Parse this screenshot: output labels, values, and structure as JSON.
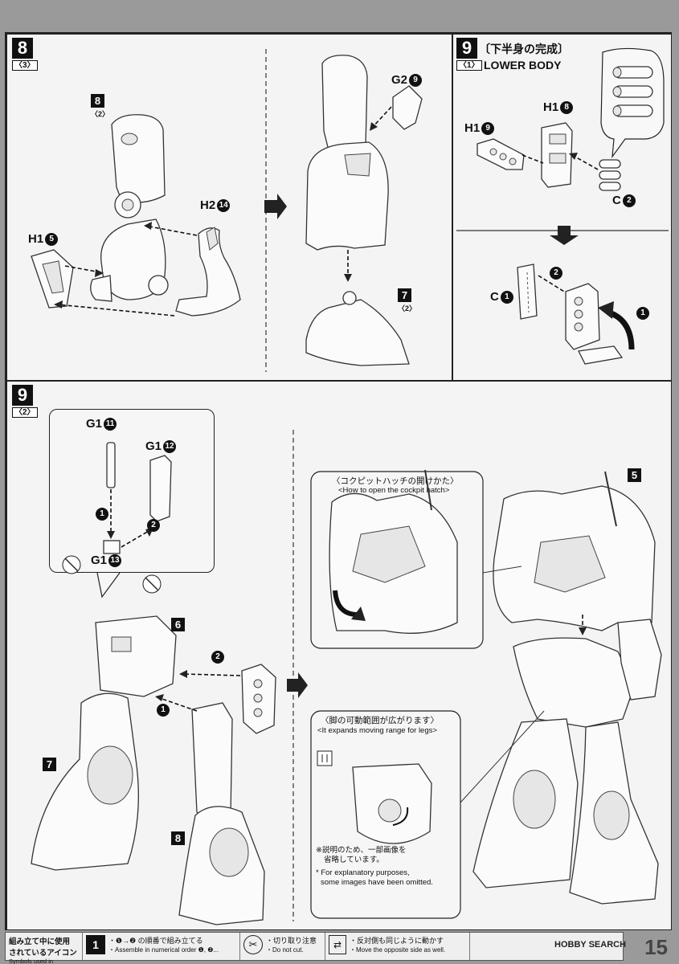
{
  "step8": {
    "number": "8",
    "sub": "〈3〉",
    "ref_part": "8",
    "ref_sub": "〈2〉",
    "parts": [
      {
        "id": "H1",
        "num": "5"
      },
      {
        "id": "H2",
        "num": "14"
      },
      {
        "id": "G2",
        "num": "9"
      }
    ],
    "next_ref": "7",
    "next_ref_sub": "〈2〉"
  },
  "step9a": {
    "number": "9",
    "sub": "〈1〉",
    "title_jp": "〔下半身の完成〕",
    "title_en": "LOWER BODY",
    "parts": [
      {
        "id": "H1",
        "num": "8"
      },
      {
        "id": "H1",
        "num": "9"
      },
      {
        "id": "C",
        "num": "2"
      },
      {
        "id": "C",
        "num": "1"
      }
    ],
    "order_1": "1",
    "order_2": "2"
  },
  "step9b": {
    "number": "9",
    "sub": "〈2〉",
    "parts": [
      {
        "id": "G1",
        "num": "11"
      },
      {
        "id": "G1",
        "num": "12"
      },
      {
        "id": "G1",
        "num": "13"
      }
    ],
    "order_1": "1",
    "order_2": "2",
    "labels": [
      "6",
      "7",
      "8",
      "5"
    ],
    "cockpit_jp": "〈コクピットハッチの開けかた〉",
    "cockpit_en": "<How to open the cockpit hatch>",
    "legs_jp": "〈脚の可動範囲が広がります〉",
    "legs_en": "<It expands moving range for legs>",
    "omit_jp_1": "※説明のため、一部画像を",
    "omit_jp_2": "省略しています。",
    "omit_en_1": "* For explanatory purposes,",
    "omit_en_2": "some images have been omitted."
  },
  "legend": {
    "title_jp_1": "組み立て中に使用",
    "title_jp_2": "されているアイコン",
    "title_en": "Symbols used in instructions",
    "items": [
      {
        "jp": "・❶→❷ の順番で組み立てる",
        "en": "・Assemble in numerical order ❶, ❷..."
      },
      {
        "jp": "・切り取り注意",
        "en": "・Do not cut."
      },
      {
        "jp": "・反対側も同じように動かす",
        "en": "・Move the opposite side as well."
      }
    ]
  },
  "watermark": "HOBBY SEARCH",
  "page_number": "15"
}
